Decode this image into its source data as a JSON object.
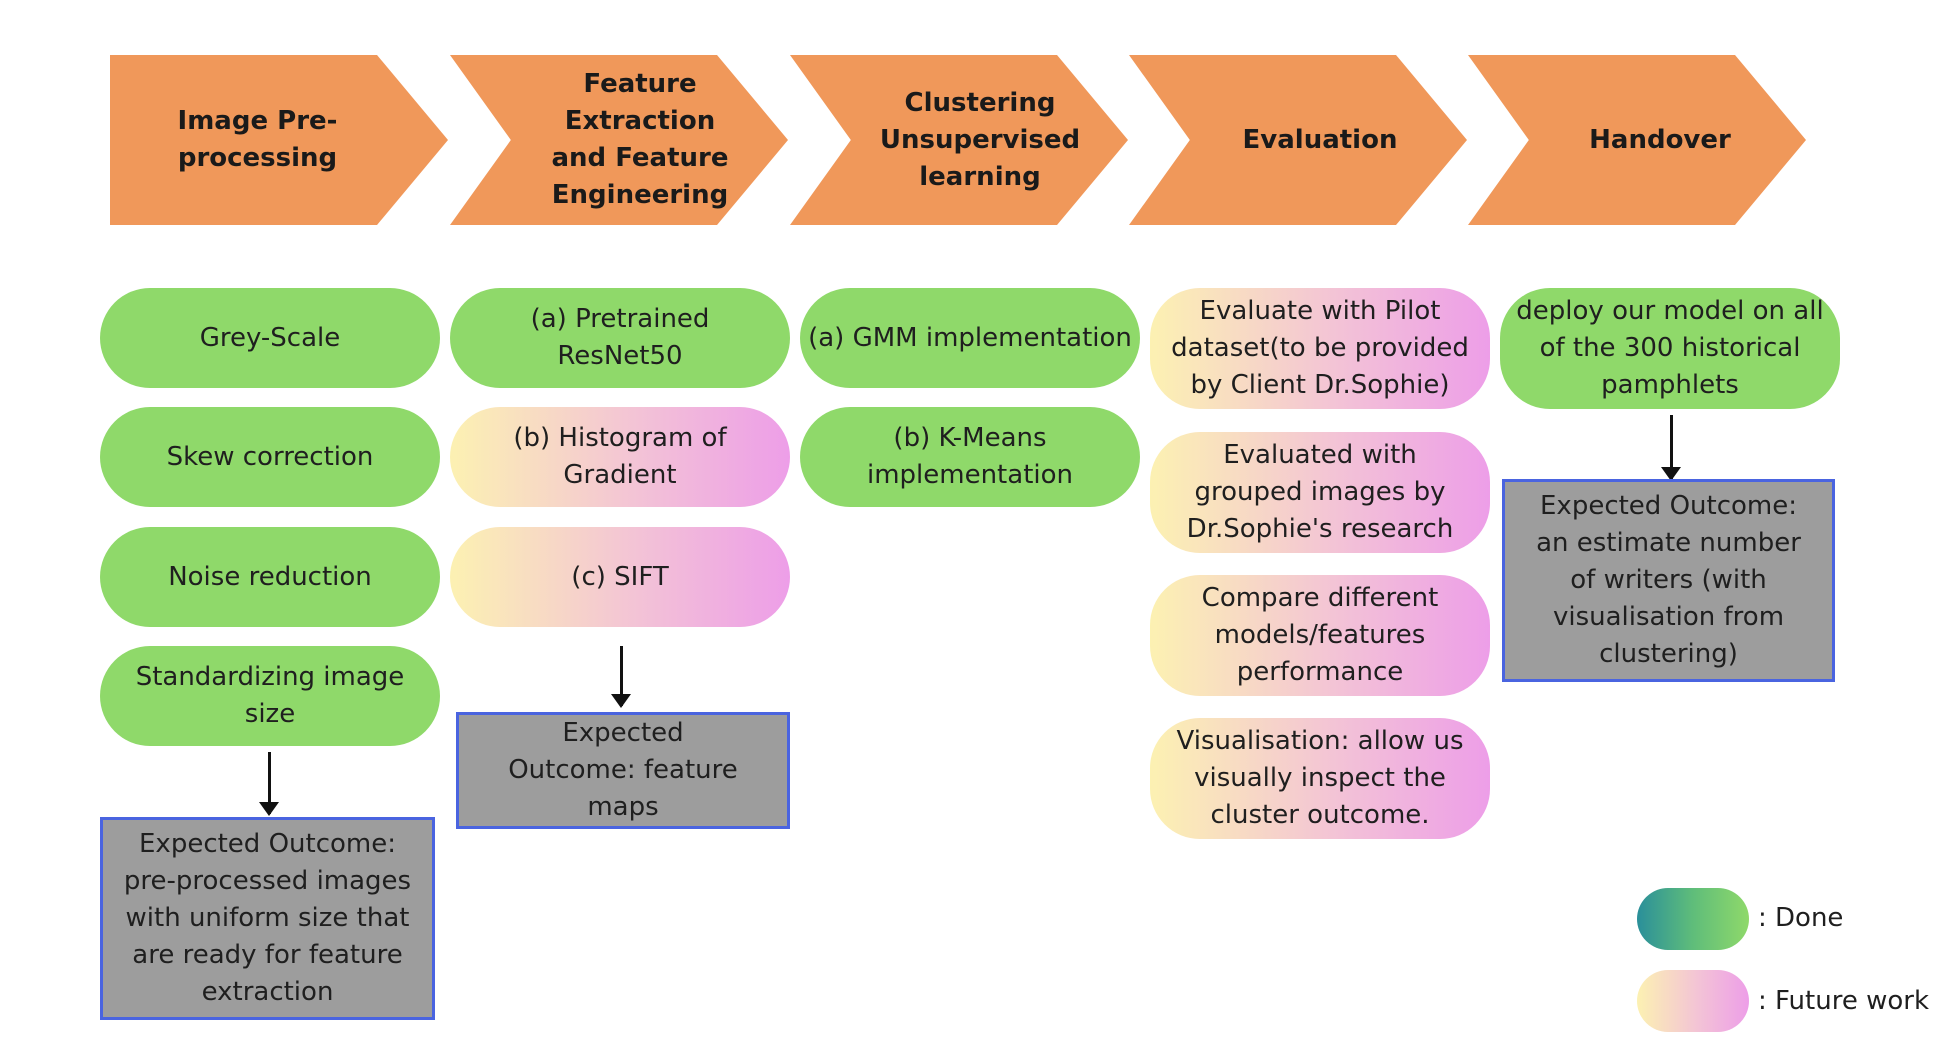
{
  "stages": [
    {
      "title": "Image Pre-processing"
    },
    {
      "title": "Feature Extraction and Feature Engineering"
    },
    {
      "title": "Clustering Unsupervised learning"
    },
    {
      "title": "Evaluation"
    },
    {
      "title": "Handover"
    }
  ],
  "tasks": {
    "preprocessing": [
      "Grey-Scale",
      "Skew correction",
      "Noise reduction",
      "Standardizing image size"
    ],
    "feature": [
      "(a) Pretrained ResNet50",
      "(b) Histogram of Gradient",
      "(c) SIFT"
    ],
    "clustering": [
      "(a) GMM implementation",
      "(b) K-Means implementation"
    ],
    "evaluation": [
      "Evaluate with Pilot dataset(to be provided by Client Dr.Sophie)",
      "Evaluated with grouped images by Dr.Sophie's research",
      "Compare different models/features performance",
      "Visualisation: allow us visually inspect the cluster outcome."
    ],
    "handover": [
      "deploy our model on all of the 300 historical pamphlets"
    ]
  },
  "outcomes": {
    "preprocessing": "Expected Outcome: pre-processed images with uniform size that are ready for feature extraction",
    "feature": "Expected Outcome: feature maps",
    "handover": "Expected Outcome: an estimate number of writers (with visualisation from clustering)"
  },
  "legend": {
    "done": ": Done",
    "future": ": Future work"
  },
  "colors": {
    "stage": "#f0985a",
    "done": "#8fd96a",
    "future_start": "#fcf1b2",
    "future_end": "#ed9ee8",
    "outcome_fill": "#9d9d9d",
    "outcome_border": "#4a64e0"
  }
}
